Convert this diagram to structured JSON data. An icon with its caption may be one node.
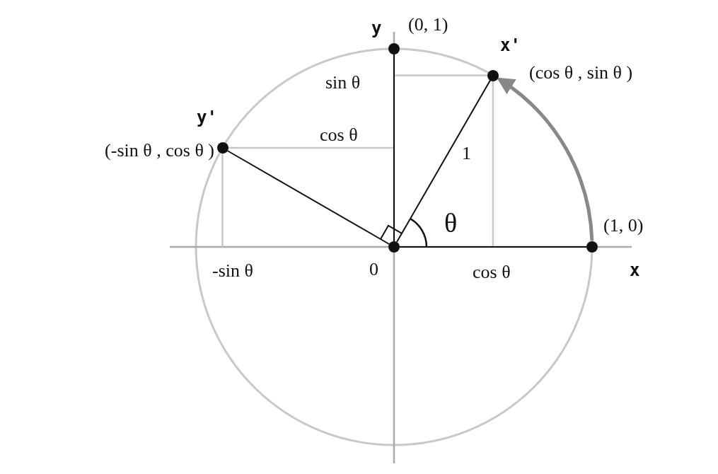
{
  "diagram": {
    "nodes": [
      {
        "text": [],
        "shape": "circle",
        "beside": [
          "0"
        ]
      },
      {
        "text": [],
        "shape": "circle",
        "beside": [
          "(1, 0)"
        ]
      },
      {
        "text": [],
        "shape": "circle",
        "beside": [
          "(0, 1)"
        ]
      },
      {
        "text": [],
        "shape": "circle",
        "beside": [
          "x'",
          "(cos θ , sin θ )"
        ]
      },
      {
        "text": [],
        "shape": "circle",
        "beside": [
          "y'",
          "(-sin θ , cos θ )"
        ]
      }
    ],
    "edges": [
      {
        "from": 0,
        "to": 1,
        "arrow": "none"
      },
      {
        "from": 0,
        "to": 2,
        "arrow": "none"
      },
      {
        "from": 0,
        "to": 3,
        "arrow": "none",
        "label": "1"
      },
      {
        "from": 0,
        "to": 4,
        "arrow": "none"
      },
      {
        "from": 1,
        "to": 3,
        "arrow": "to",
        "style": "thick",
        "color": "#888888"
      }
    ],
    "labels": [
      "y",
      "sin θ",
      "cos θ",
      "θ",
      "-sin θ",
      "cos θ",
      "x"
    ]
  }
}
